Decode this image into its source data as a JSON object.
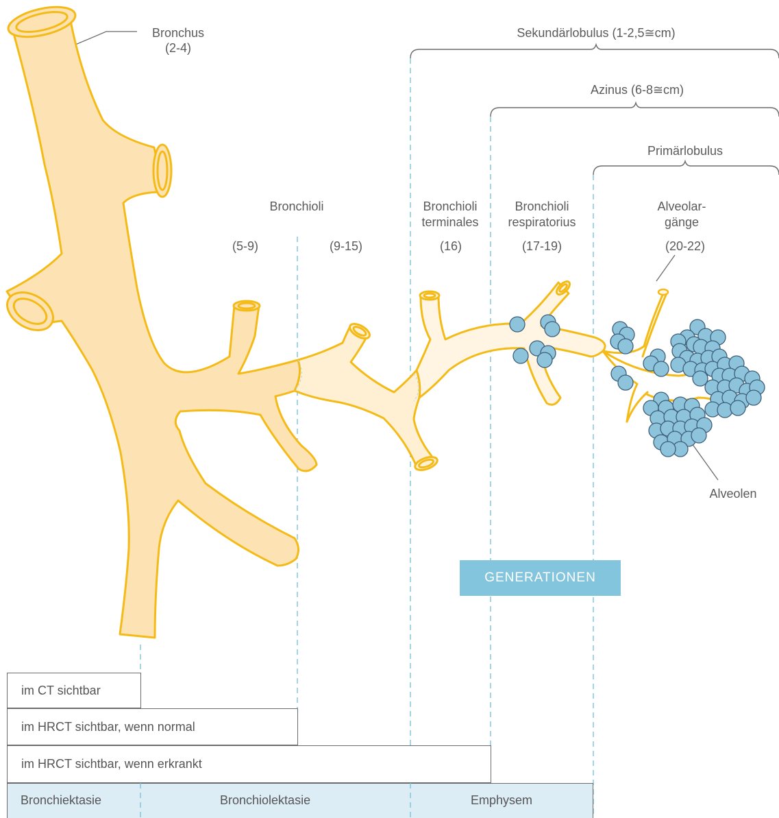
{
  "labels": {
    "bronchus": "Bronchus",
    "bronchus_gen": "(2-4)",
    "sekundaerlobulus": "Sekundärlobulus (1-2,5≅cm)",
    "azinus": "Azinus (6-8≅cm)",
    "primaerlobulus": "Primärlobulus",
    "bronchioli": "Bronchioli",
    "gen_5_9": "(5-9)",
    "gen_9_15": "(9-15)",
    "terminales_1": "Bronchioli",
    "terminales_2": "terminales",
    "gen_16": "(16)",
    "respiratorius_1": "Bronchioli",
    "respiratorius_2": "respiratorius",
    "gen_17_19": "(17-19)",
    "alveolar_1": "Alveolar-",
    "alveolar_2": "gänge",
    "gen_20_22": "(20-22)",
    "alveolen": "Alveolen",
    "generationen": "GENERATIONEN"
  },
  "visibility_bars": [
    "im CT sichtbar",
    "im HRCT sichtbar, wenn normal",
    "im HRCT sichtbar, wenn erkrankt"
  ],
  "disease_band": [
    "Bronchiektasie",
    "Bronchiolektasie",
    "Emphysem"
  ],
  "colors": {
    "airway_fill": "#fde3b3",
    "airway_light_fill": "#fff3dd",
    "airway_stroke": "#f4bb18",
    "alveolus_fill": "#8ec3dc",
    "alveolus_stroke": "#3d5f78",
    "dash": "#7dc3dc",
    "band": "#dcedf6",
    "badge": "#84c5de"
  }
}
